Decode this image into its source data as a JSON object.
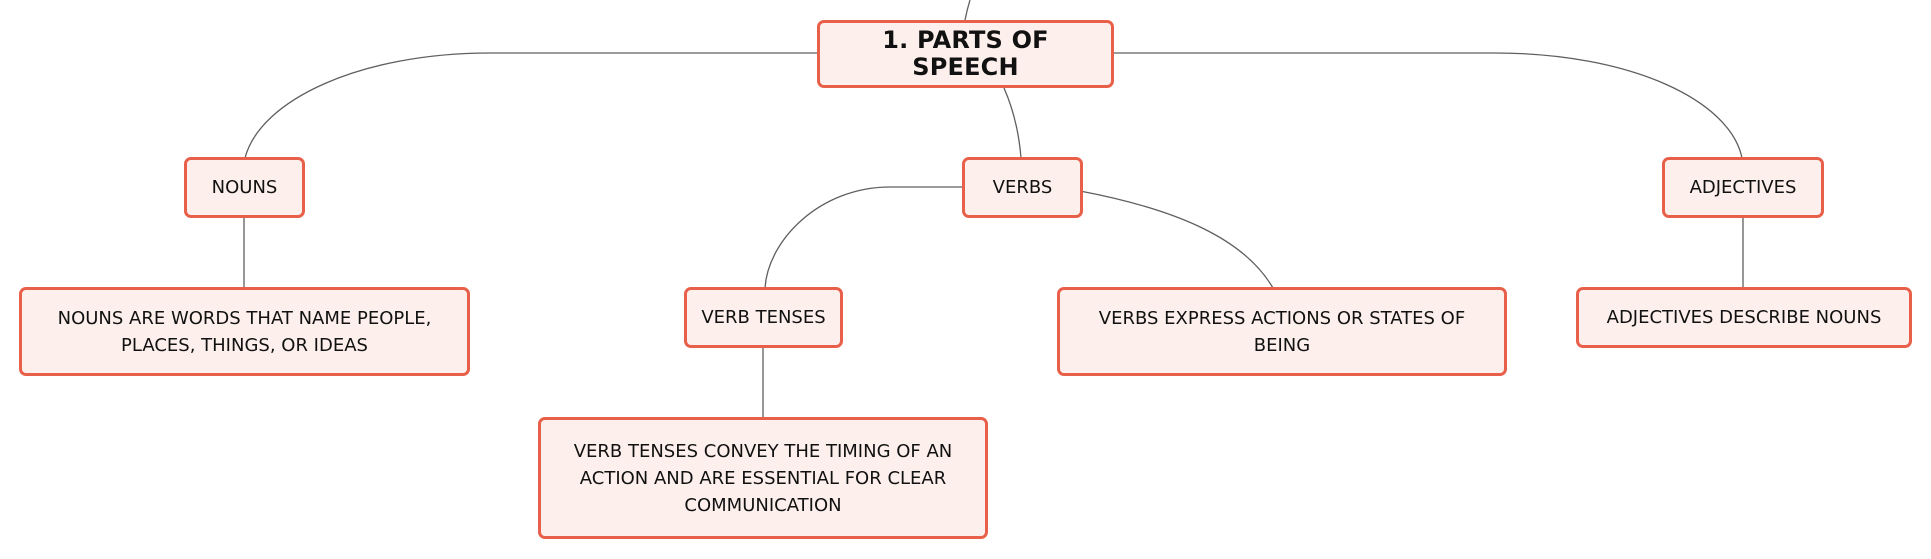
{
  "mindmap": {
    "accent_color": "#e8604a",
    "node_fill": "#fdf0ec",
    "connector_color": "#5f5f5f",
    "root": {
      "label": "1. PARTS OF SPEECH"
    },
    "nouns": {
      "label": "NOUNS",
      "detail": "NOUNS ARE WORDS THAT NAME PEOPLE, PLACES, THINGS, OR IDEAS"
    },
    "verbs": {
      "label": "VERBS",
      "detail": "VERBS EXPRESS ACTIONS OR STATES OF BEING",
      "tenses": {
        "label": "VERB TENSES",
        "detail": "VERB TENSES CONVEY THE TIMING OF AN ACTION AND ARE ESSENTIAL FOR CLEAR COMMUNICATION"
      }
    },
    "adjectives": {
      "label": "ADJECTIVES",
      "detail": "ADJECTIVES DESCRIBE NOUNS"
    }
  }
}
